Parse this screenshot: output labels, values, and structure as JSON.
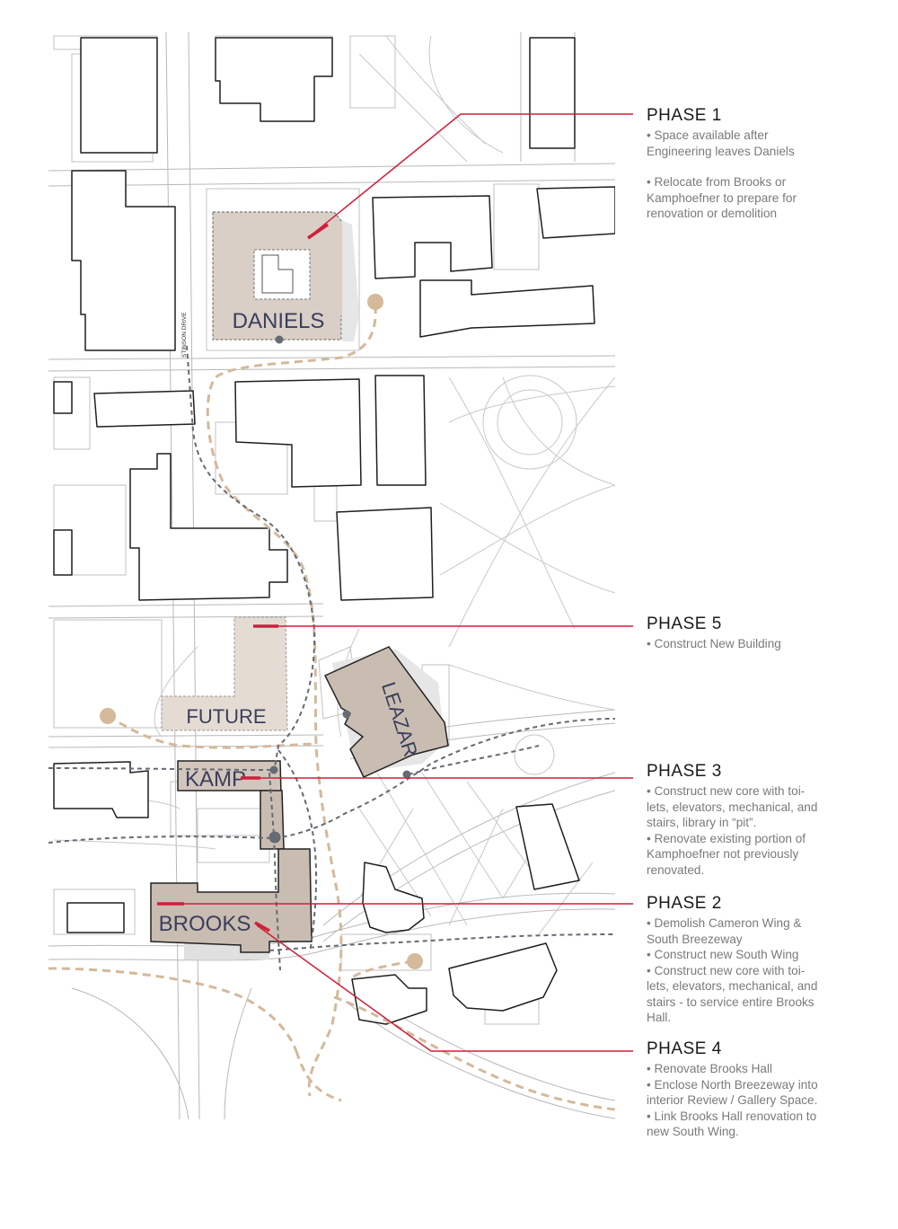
{
  "map": {
    "street_label": "STINSON DRIVE",
    "buildings": {
      "daniels": "DANIELS",
      "future": "FUTURE",
      "leazar": "LEAZAR",
      "kamp": "KAMP",
      "brooks": "BROOKS"
    },
    "colors": {
      "highlight_fill": "#d9cfc7",
      "highlight_dark": "#c9bdb2",
      "leader_line": "#d01f3c",
      "path_tan": "#d4b99b",
      "path_gray": "#666a73",
      "label_text": "#3a3f5c"
    }
  },
  "phases": [
    {
      "title": "PHASE 1",
      "items": [
        [
          "• Space available after",
          "Engineering leaves Daniels"
        ],
        [
          "• Relocate from Brooks or",
          "Kamphoefner to prepare for",
          "renovation or demolition"
        ]
      ]
    },
    {
      "title": "PHASE 5",
      "items": [
        [
          "•  Construct New Building"
        ]
      ]
    },
    {
      "title": "PHASE 3",
      "items": [
        [
          "•  Construct new core with toi-",
          "lets, elevators, mechanical, and",
          "stairs, library in “pit”."
        ],
        [
          "•  Renovate existing portion of",
          "Kamphoefner not previously",
          "renovated."
        ]
      ]
    },
    {
      "title": "PHASE 2",
      "items": [
        [
          "•  Demolish Cameron Wing &",
          "South Breezeway"
        ],
        [
          "•  Construct new South Wing"
        ],
        [
          "•  Construct new core with toi-",
          "lets, elevators, mechanical, and",
          "stairs - to service entire Brooks",
          "Hall."
        ]
      ]
    },
    {
      "title": "PHASE 4",
      "items": [
        [
          "•  Renovate Brooks Hall"
        ],
        [
          "•  Enclose North Breezeway into",
          "interior Review / Gallery Space."
        ],
        [
          "•  Link Brooks Hall renovation to",
          "new South Wing."
        ]
      ]
    }
  ]
}
